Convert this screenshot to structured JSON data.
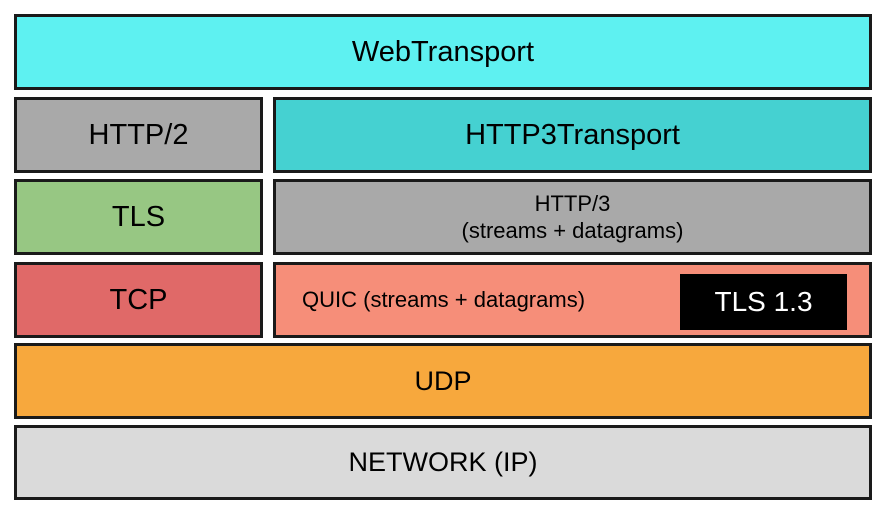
{
  "colors": {
    "webtransport": "#5ef1f1",
    "http2": "#a9a9a9",
    "http3transport": "#45d1d1",
    "tls": "#97c783",
    "http3": "#a9a9a9",
    "tcp": "#e06968",
    "quic": "#f68e79",
    "tls13": "#000000",
    "udp": "#f7a83d",
    "network": "#dadada"
  },
  "layers": {
    "webtransport": "WebTransport",
    "http2": "HTTP/2",
    "http3transport": "HTTP3Transport",
    "tls": "TLS",
    "http3": {
      "line1": "HTTP/3",
      "line2": "(streams + datagrams)"
    },
    "tcp": "TCP",
    "quic": "QUIC (streams + datagrams)",
    "tls13": "TLS 1.3",
    "udp": "UDP",
    "network": "NETWORK (IP)"
  }
}
